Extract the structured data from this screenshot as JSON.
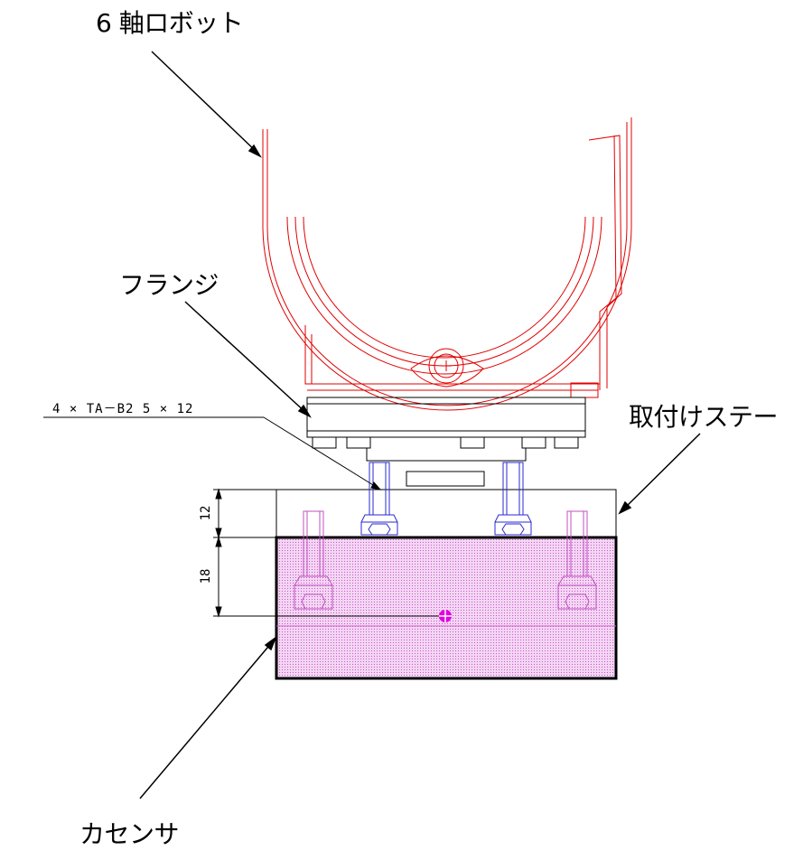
{
  "labels": {
    "robot": "6 軸ロボット",
    "flange": "フランジ",
    "screw_spec": "4 × TA－B2 5 × 12",
    "stay": "取付けステー",
    "sensor": "カセンサ"
  },
  "dimensions": {
    "stay_thickness": "12",
    "sensor_offset": "18"
  },
  "colors": {
    "robot_outline": "#e00000",
    "bolt_outline": "#2a2ad0",
    "sensor_hatch": "#d060d0",
    "sensor_fill": "#f3d6f3",
    "center_mark": "#e000e0",
    "line": "#000000"
  }
}
